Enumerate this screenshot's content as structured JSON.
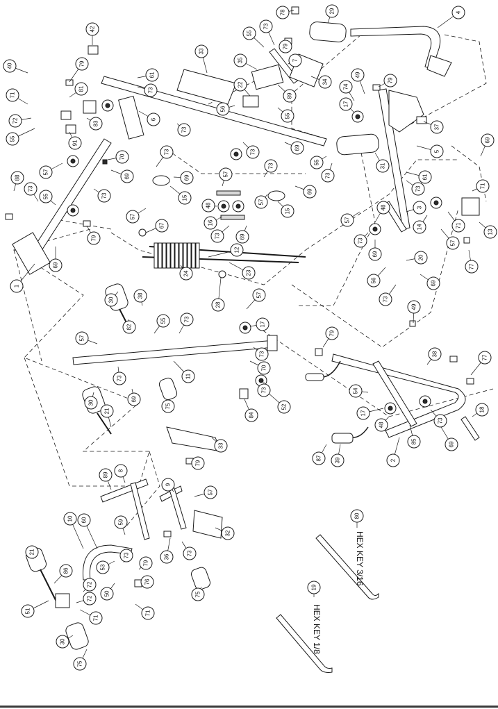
{
  "callouts": [
    {
      "id": "c42",
      "label": "42"
    },
    {
      "id": "c40",
      "label": "40"
    },
    {
      "id": "c79a",
      "label": "79"
    },
    {
      "id": "c71a",
      "label": "71"
    },
    {
      "id": "c72a",
      "label": "72"
    },
    {
      "id": "c55a",
      "label": "55"
    },
    {
      "id": "c81",
      "label": "81"
    },
    {
      "id": "c83",
      "label": "83"
    },
    {
      "id": "c91",
      "label": "91"
    },
    {
      "id": "c88",
      "label": "88"
    },
    {
      "id": "c73a",
      "label": "73"
    },
    {
      "id": "c57a",
      "label": "57"
    },
    {
      "id": "c55b",
      "label": "55"
    },
    {
      "id": "c70a",
      "label": "70"
    },
    {
      "id": "c69a",
      "label": "69"
    },
    {
      "id": "c73b",
      "label": "73"
    },
    {
      "id": "c79b",
      "label": "79"
    },
    {
      "id": "c69b",
      "label": "69"
    },
    {
      "id": "c1",
      "label": "1"
    },
    {
      "id": "c61a",
      "label": "61"
    },
    {
      "id": "c73c",
      "label": "73"
    },
    {
      "id": "c6",
      "label": "6"
    },
    {
      "id": "c73d",
      "label": "73"
    },
    {
      "id": "c33a",
      "label": "33"
    },
    {
      "id": "c73e",
      "label": "73"
    },
    {
      "id": "c69c",
      "label": "69"
    },
    {
      "id": "c15a",
      "label": "15"
    },
    {
      "id": "c57b",
      "label": "57"
    },
    {
      "id": "c67",
      "label": "67"
    },
    {
      "id": "c78",
      "label": "78"
    },
    {
      "id": "c55c",
      "label": "55"
    },
    {
      "id": "c73f",
      "label": "73"
    },
    {
      "id": "c79c",
      "label": "79"
    },
    {
      "id": "c35",
      "label": "35"
    },
    {
      "id": "c7",
      "label": "7"
    },
    {
      "id": "c22",
      "label": "22"
    },
    {
      "id": "c89a",
      "label": "89"
    },
    {
      "id": "c34",
      "label": "34"
    },
    {
      "id": "c56a",
      "label": "56"
    },
    {
      "id": "c55d",
      "label": "55"
    },
    {
      "id": "c73g",
      "label": "73"
    },
    {
      "id": "c69d",
      "label": "69"
    },
    {
      "id": "c29",
      "label": "29"
    },
    {
      "id": "c4",
      "label": "4"
    },
    {
      "id": "c49a",
      "label": "49"
    },
    {
      "id": "c79d",
      "label": "79"
    },
    {
      "id": "c74",
      "label": "74"
    },
    {
      "id": "c17a",
      "label": "17"
    },
    {
      "id": "c37",
      "label": "37"
    },
    {
      "id": "c5",
      "label": "5"
    },
    {
      "id": "c55e",
      "label": "55"
    },
    {
      "id": "c73h",
      "label": "73"
    },
    {
      "id": "c31",
      "label": "31"
    },
    {
      "id": "c61b",
      "label": "61"
    },
    {
      "id": "c73i",
      "label": "73"
    },
    {
      "id": "c69e",
      "label": "69"
    },
    {
      "id": "c71b",
      "label": "71"
    },
    {
      "id": "c57c",
      "label": "57"
    },
    {
      "id": "c73j",
      "label": "73"
    },
    {
      "id": "c69f",
      "label": "69"
    },
    {
      "id": "c48a",
      "label": "48"
    },
    {
      "id": "c16",
      "label": "16"
    },
    {
      "id": "c73k",
      "label": "73"
    },
    {
      "id": "c57d",
      "label": "57"
    },
    {
      "id": "c15b",
      "label": "15"
    },
    {
      "id": "c69g",
      "label": "69"
    },
    {
      "id": "c3",
      "label": "3"
    },
    {
      "id": "c14",
      "label": "14"
    },
    {
      "id": "c71c",
      "label": "71"
    },
    {
      "id": "c13",
      "label": "13"
    },
    {
      "id": "c57e",
      "label": "57"
    },
    {
      "id": "c48b",
      "label": "48"
    },
    {
      "id": "c57f",
      "label": "57"
    },
    {
      "id": "c73l",
      "label": "73"
    },
    {
      "id": "c69h",
      "label": "69"
    },
    {
      "id": "c56b",
      "label": "56"
    },
    {
      "id": "c20",
      "label": "20"
    },
    {
      "id": "c77a",
      "label": "77"
    },
    {
      "id": "c73m",
      "label": "73"
    },
    {
      "id": "c69i",
      "label": "69"
    },
    {
      "id": "c12",
      "label": "12"
    },
    {
      "id": "c23",
      "label": "23"
    },
    {
      "id": "c24",
      "label": "24"
    },
    {
      "id": "c28",
      "label": "28"
    },
    {
      "id": "c49b",
      "label": "49"
    },
    {
      "id": "c30a",
      "label": "30"
    },
    {
      "id": "c38a",
      "label": "38"
    },
    {
      "id": "c82",
      "label": "82"
    },
    {
      "id": "c57g",
      "label": "57"
    },
    {
      "id": "c55f",
      "label": "55"
    },
    {
      "id": "c73n",
      "label": "73"
    },
    {
      "id": "c57h",
      "label": "57"
    },
    {
      "id": "c17b",
      "label": "17"
    },
    {
      "id": "c73o",
      "label": "73"
    },
    {
      "id": "c11",
      "label": "11"
    },
    {
      "id": "c70b",
      "label": "70"
    },
    {
      "id": "c73p",
      "label": "73"
    },
    {
      "id": "c69j",
      "label": "69"
    },
    {
      "id": "c75a",
      "label": "75"
    },
    {
      "id": "c84",
      "label": "84"
    },
    {
      "id": "c73q",
      "label": "73"
    },
    {
      "id": "c52",
      "label": "52"
    },
    {
      "id": "c79e",
      "label": "79"
    },
    {
      "id": "c38b",
      "label": "38"
    },
    {
      "id": "c77b",
      "label": "77"
    },
    {
      "id": "c54",
      "label": "54"
    },
    {
      "id": "c17c",
      "label": "17"
    },
    {
      "id": "c48c",
      "label": "48"
    },
    {
      "id": "c85",
      "label": "85"
    },
    {
      "id": "c73r",
      "label": "73"
    },
    {
      "id": "c69k",
      "label": "69"
    },
    {
      "id": "c18",
      "label": "18"
    },
    {
      "id": "c30b",
      "label": "30"
    },
    {
      "id": "c21a",
      "label": "21"
    },
    {
      "id": "c33b",
      "label": "33"
    },
    {
      "id": "c87",
      "label": "87"
    },
    {
      "id": "c39",
      "label": "39"
    },
    {
      "id": "c2",
      "label": "2"
    },
    {
      "id": "c8",
      "label": "8"
    },
    {
      "id": "c89b",
      "label": "89"
    },
    {
      "id": "c79f",
      "label": "79"
    },
    {
      "id": "c9",
      "label": "9"
    },
    {
      "id": "c57i",
      "label": "57"
    },
    {
      "id": "c10",
      "label": "10"
    },
    {
      "id": "c60",
      "label": "60"
    },
    {
      "id": "c59",
      "label": "59"
    },
    {
      "id": "c32",
      "label": "32"
    },
    {
      "id": "c36",
      "label": "36"
    },
    {
      "id": "c73s",
      "label": "73"
    },
    {
      "id": "c21b",
      "label": "21"
    },
    {
      "id": "c86",
      "label": "86"
    },
    {
      "id": "c53",
      "label": "53"
    },
    {
      "id": "c73t",
      "label": "73"
    },
    {
      "id": "c79g",
      "label": "79"
    },
    {
      "id": "c75b",
      "label": "75"
    },
    {
      "id": "c72b",
      "label": "72"
    },
    {
      "id": "c50",
      "label": "50"
    },
    {
      "id": "c76",
      "label": "76"
    },
    {
      "id": "c51",
      "label": "51"
    },
    {
      "id": "c72c",
      "label": "72"
    },
    {
      "id": "c71d",
      "label": "71"
    },
    {
      "id": "c71e",
      "label": "71"
    },
    {
      "id": "c30c",
      "label": "30"
    },
    {
      "id": "c75c",
      "label": "75"
    },
    {
      "id": "c80",
      "label": "80"
    },
    {
      "id": "c19",
      "label": "19"
    }
  ],
  "hex_keys": [
    {
      "id": "key80",
      "text": "HEX KEY 3/16"
    },
    {
      "id": "key19",
      "text": "HEX KEY 1/8"
    }
  ]
}
